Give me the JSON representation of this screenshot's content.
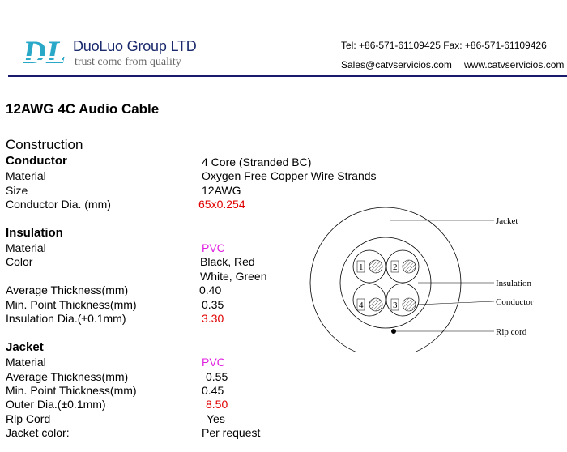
{
  "header": {
    "logo_text": "DL",
    "company": "DuoLuo Group LTD",
    "tagline": "trust come from quality",
    "phone": "Tel: +86-571-61109425  Fax: +86-571-61109426",
    "email": "Sales@catvservicios.com",
    "website": "www.catvservicios.com"
  },
  "title": "12AWG 4C Audio Cable",
  "construction_heading": "Construction",
  "conductor": {
    "heading": "Conductor",
    "heading_value": "4 Core (Stranded BC)",
    "rows": [
      {
        "label": "Material",
        "value": "Oxygen Free Copper Wire Strands"
      },
      {
        "label": "Size",
        "value": "12AWG"
      },
      {
        "label": "Conductor Dia. (mm)",
        "value": "65x0.254"
      }
    ]
  },
  "insulation": {
    "heading": "Insulation",
    "rows": [
      {
        "label": "Material",
        "value": "PVC"
      },
      {
        "label": "Color",
        "value": "Black, Red"
      },
      {
        "label": "",
        "value": "White, Green"
      },
      {
        "label": "Average Thickness(mm)",
        "value": "0.40"
      },
      {
        "label": "Min. Point Thickness(mm)",
        "value": "0.35"
      },
      {
        "label": "Insulation Dia.(±0.1mm)",
        "value": "3.30"
      }
    ]
  },
  "jacket": {
    "heading": "Jacket",
    "rows": [
      {
        "label": "Material",
        "value": "PVC"
      },
      {
        "label": "Average Thickness(mm)",
        "value": "0.55"
      },
      {
        "label": "Min. Point Thickness(mm)",
        "value": "0.45"
      },
      {
        "label": "Outer Dia.(±0.1mm)",
        "value": "8.50"
      },
      {
        "label": "Rip Cord",
        "value": "Yes"
      },
      {
        "label": "Jacket color:",
        "value": "Per request"
      }
    ]
  },
  "diagram": {
    "labels": {
      "jacket": "Jacket",
      "insulation": "Insulation",
      "conductor": "Conductor",
      "rip_cord": "Rip cord"
    },
    "cores": [
      "1",
      "2",
      "3",
      "4"
    ]
  },
  "colors": {
    "accent_red": "#e00000",
    "accent_magenta": "#e020e0",
    "brand_blue": "#1a2a6c",
    "logo_teal": "#2aa8c8"
  }
}
